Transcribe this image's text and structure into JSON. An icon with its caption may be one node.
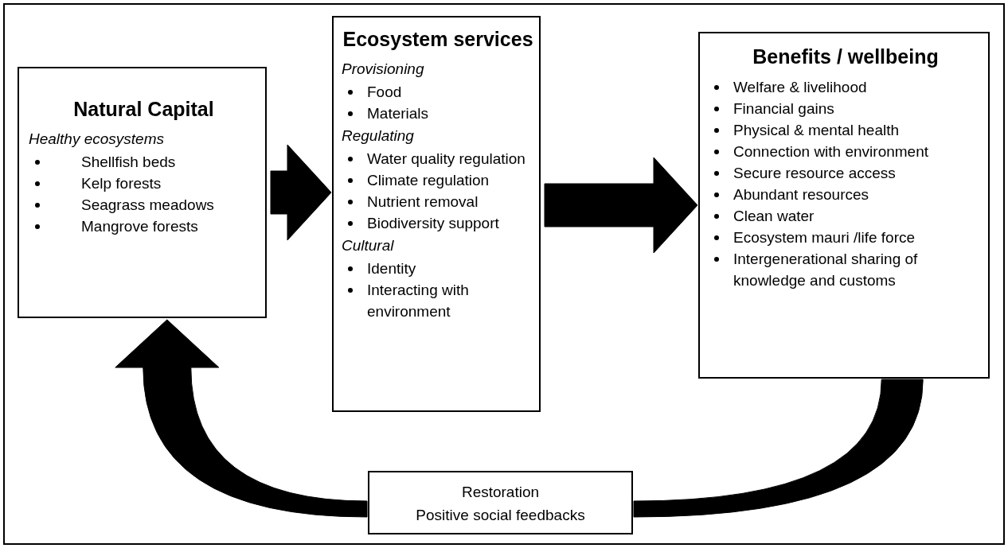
{
  "diagram": {
    "nodes": [
      {
        "text": [
          "Natural Capital",
          "Healthy ecosystems",
          "Shellfish beds",
          "Kelp forests",
          "Seagrass meadows",
          "Mangrove forests"
        ]
      },
      {
        "text": [
          "Ecosystem services",
          "Provisioning",
          "Food",
          "Materials",
          "Regulating",
          "Water quality regulation",
          "Climate regulation",
          "Nutrient removal",
          "Biodiversity support",
          "Cultural",
          "Identity",
          "Interacting with environment"
        ]
      },
      {
        "text": [
          "Benefits / wellbeing",
          "Welfare & livelihood",
          "Financial gains",
          "Physical & mental health",
          "Connection with environment",
          "Secure resource access",
          "Abundant resources",
          "Clean water",
          "Ecosystem mauri /life force",
          "Intergenerational sharing of knowledge and customs"
        ]
      },
      {
        "text": [
          "Restoration",
          "Positive social feedbacks"
        ]
      }
    ],
    "edges": [
      {
        "from": 0,
        "to": 1,
        "arrow": "to",
        "style": "thick"
      },
      {
        "from": 1,
        "to": 2,
        "arrow": "to",
        "style": "thick"
      },
      {
        "from": 2,
        "to": 3,
        "arrow": "none",
        "style": "thick"
      },
      {
        "from": 3,
        "to": 0,
        "arrow": "to",
        "style": "thick"
      }
    ]
  }
}
